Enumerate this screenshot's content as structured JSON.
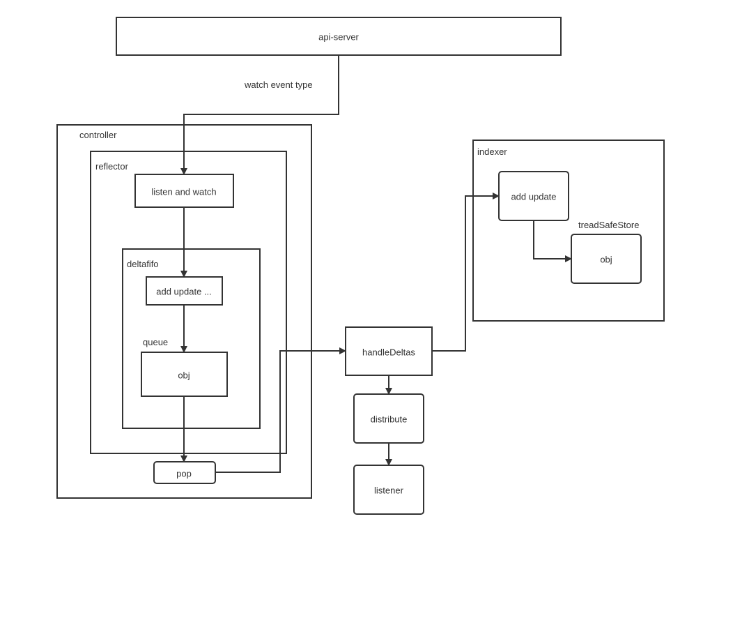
{
  "nodes": {
    "api_server": "api-server",
    "controller": "controller",
    "reflector": "reflector",
    "listen_and_watch": "listen and watch",
    "deltafifo": "deltafifo",
    "add_update_fifo": "add update ...",
    "queue": "queue",
    "queue_obj": "obj",
    "pop": "pop",
    "handle_deltas": "handleDeltas",
    "distribute": "distribute",
    "listener": "listener",
    "indexer": "indexer",
    "indexer_add_update": "add update",
    "thread_safe_store": "treadSafeStore",
    "store_obj": "obj"
  },
  "edges": {
    "watch_event_type": "watch event type"
  },
  "colors": {
    "stroke": "#333333",
    "background": "#ffffff"
  }
}
